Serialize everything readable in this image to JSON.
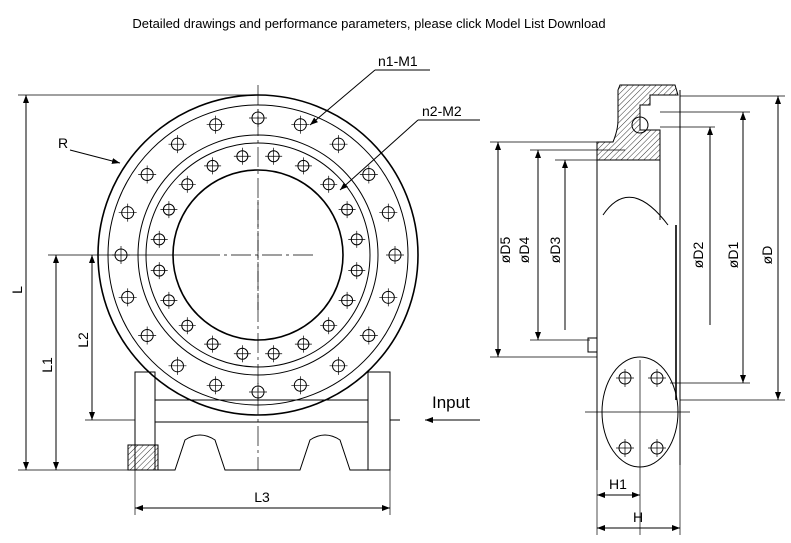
{
  "header": {
    "note": "Detailed drawings and performance parameters, please click Model List Download"
  },
  "front_view": {
    "labels": {
      "n1m1": "n1-M1",
      "n2m2": "n2-M2",
      "r": "R",
      "l": "L",
      "l1": "L1",
      "l2": "L2",
      "l3": "L3",
      "input": "Input"
    }
  },
  "side_view": {
    "labels": {
      "d5": "øD5",
      "d4": "øD4",
      "d3": "øD3",
      "d2": "øD2",
      "d1": "øD1",
      "d": "øD",
      "h1": "H1",
      "h": "H"
    }
  },
  "bolt_counts": {
    "outer": 20,
    "inner": 20
  }
}
